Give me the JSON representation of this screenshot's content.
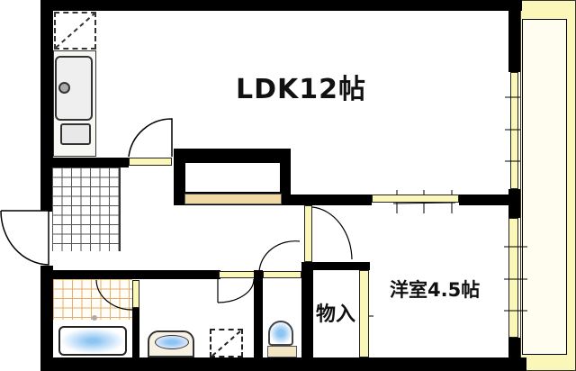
{
  "floor_plan": {
    "rooms": [
      {
        "id": "ldk",
        "label": "LDK12帖"
      },
      {
        "id": "western-room",
        "label": "洋室4.5帖"
      },
      {
        "id": "storage",
        "label": "物入"
      }
    ],
    "fixtures": [
      "refrigerator-space",
      "kitchen-sink",
      "stove",
      "entrance-tile",
      "entrance-door",
      "bathtub",
      "bathroom-tile",
      "washbasin",
      "washing-machine-space",
      "toilet",
      "balcony",
      "windows"
    ],
    "colors": {
      "wall": "#000000",
      "window": "#fbf7b8",
      "shelf": "#f1d9a6",
      "tub_water": "#8cc4f2",
      "bath_tile_grid": "#e0b070"
    }
  }
}
